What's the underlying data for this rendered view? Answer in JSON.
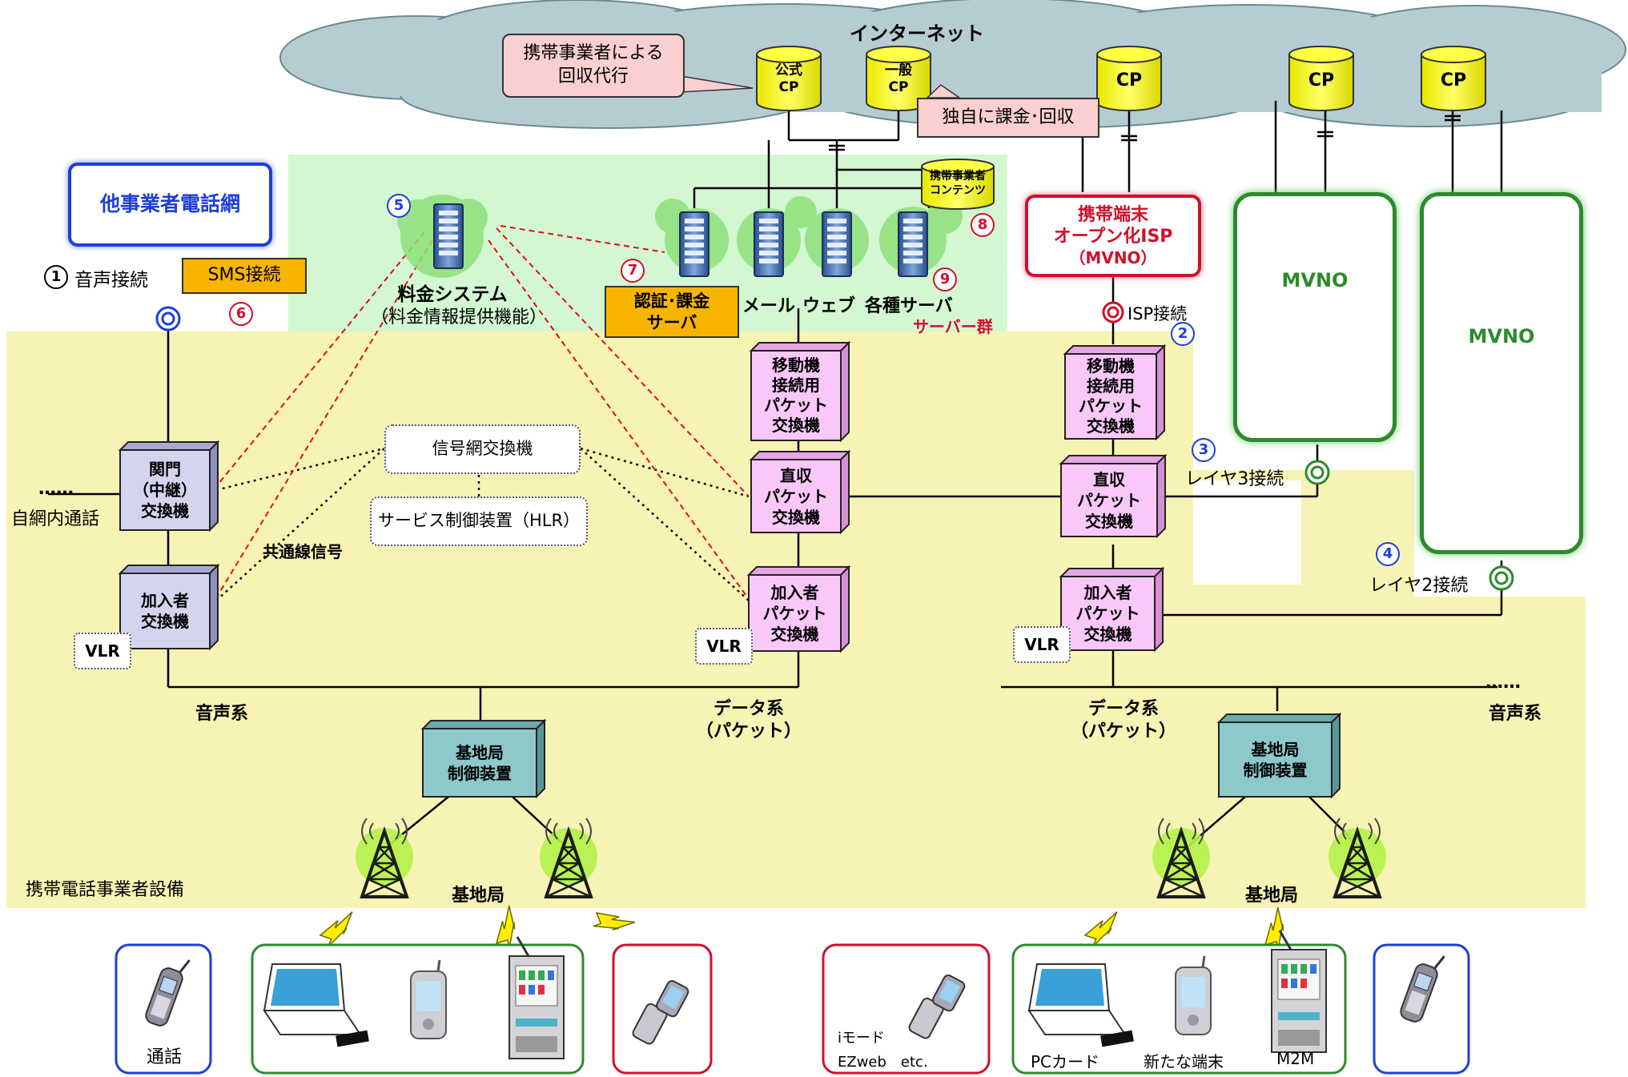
{
  "colors": {
    "facility_bg": "#f7f3b4",
    "server_zone_bg": "#d2f7d2",
    "switch_pink": "#f9c8f9",
    "switch_lavender": "#d4d4ee",
    "bs_controller": "#8dc8cb",
    "isp_border": "#d0102a",
    "mvno_border": "#2d8a2d",
    "cloud": "#b5ccd2",
    "cp_yellow": "#ffff33",
    "callout_pink": "#f9cfd0",
    "orange_box": "#f8b500",
    "num_blue": "#1d3fd6",
    "num_red": "#d0102a",
    "signal_red": "#e01010"
  },
  "internet": {
    "title": "インターネット",
    "cp_official": "公式\nCP",
    "cp_general": "一般\nCP",
    "cp_generic": "CP",
    "callout_collection": "携帯事業者による\n回収代行",
    "callout_own_billing": "独自に課金･回収",
    "carrier_content": "携帯事業者\nコンテンツ"
  },
  "left_network": {
    "other_carrier_network": "他事業者電話網",
    "voice_connection": "音声接続",
    "sms_connection": "SMS接続",
    "in_network_call": "自網内通話",
    "dots": "……",
    "gateway_switch": "関門\n（中継）\n交換機",
    "subscriber_switch": "加入者\n交換機",
    "vlr": "VLR",
    "common_channel_signal": "共通線信号",
    "signal_network_switch": "信号網交換機",
    "hlr": "サービス制御装置（HLR）",
    "voice_system": "音声系"
  },
  "servers": {
    "billing_system": "料金システム",
    "billing_info": "（料金情報提供機能）",
    "auth_billing_server": "認証･課金\nサーバ",
    "mail": "メール",
    "web": "ウェブ",
    "misc_server": "各種サーバ",
    "server_group": "サーバー群"
  },
  "data_network": {
    "mobile_packet_switch": "移動機\n接続用\nパケット\n交換機",
    "direct_packet_switch": "直収\nパケット\n交換機",
    "subscriber_packet_switch": "加入者\nパケット\n交換機",
    "data_system": "データ系\n（パケット）"
  },
  "right_network": {
    "isp": "携帯端末\nオープン化ISP",
    "isp_sub": "（MVNO）",
    "isp_connection": "ISP接続",
    "mvno": "MVNO",
    "layer3": "レイヤ3接続",
    "layer2": "レイヤ2接続",
    "dots": "……",
    "voice_system": "音声系"
  },
  "radio": {
    "bs_controller": "基地局\n制御装置",
    "base_station": "基地局",
    "facility_label": "携帯電話事業者設備"
  },
  "devices": {
    "call": "通話",
    "imode": "iモード",
    "ezweb": "EZweb　etc.",
    "pc_card": "PCカード",
    "new_terminal": "新たな端末",
    "m2m": "M2M"
  },
  "numbers": {
    "n1": "1",
    "n2": "2",
    "n3": "3",
    "n4": "4",
    "n5": "5",
    "n6": "6",
    "n7": "7",
    "n8": "8",
    "n9": "9"
  }
}
